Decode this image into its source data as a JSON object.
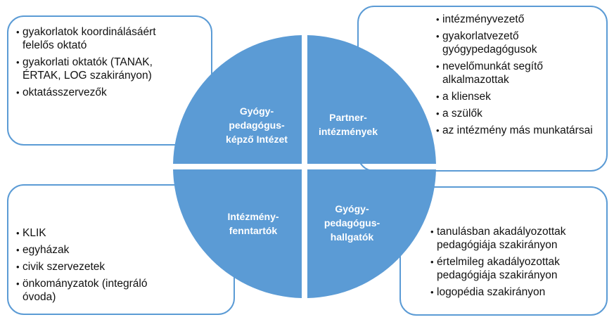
{
  "diagram": {
    "type": "quadrant-matrix",
    "accent_color": "#5b9bd5",
    "quadrants": [
      {
        "id": "top-left",
        "label": "Gyógy-\npedagógus-\nképző Intézet",
        "items": [
          "gyakorlatok koordinálásáért felelős oktató",
          "gyakorlati oktatók (TANAK, ÉRTAK, LOG szakirányon)",
          "oktatásszervezők"
        ]
      },
      {
        "id": "top-right",
        "label": "Partner-\nintézmények",
        "items": [
          "intézményvezető",
          "gyakorlatvezető gyógypedagógusok",
          "nevelőmunkát segítő alkalmazottak",
          "a kliensek",
          "a szülők",
          "az intézmény más munkatársai"
        ]
      },
      {
        "id": "bottom-left",
        "label": "Intézmény-\nfenntartók",
        "items": [
          "KLIK",
          "egyházak",
          "civik szervezetek",
          "önkományzatok (integráló óvoda)"
        ]
      },
      {
        "id": "bottom-right",
        "label": "Gyógy-\npedagógus-\nhallgatók",
        "items": [
          "tanulásban akadályozottak pedagógiája szakirányon",
          "értelmileg akadályozottak pedagógiája szakirányon",
          "logopédia szakirányon"
        ]
      }
    ]
  }
}
